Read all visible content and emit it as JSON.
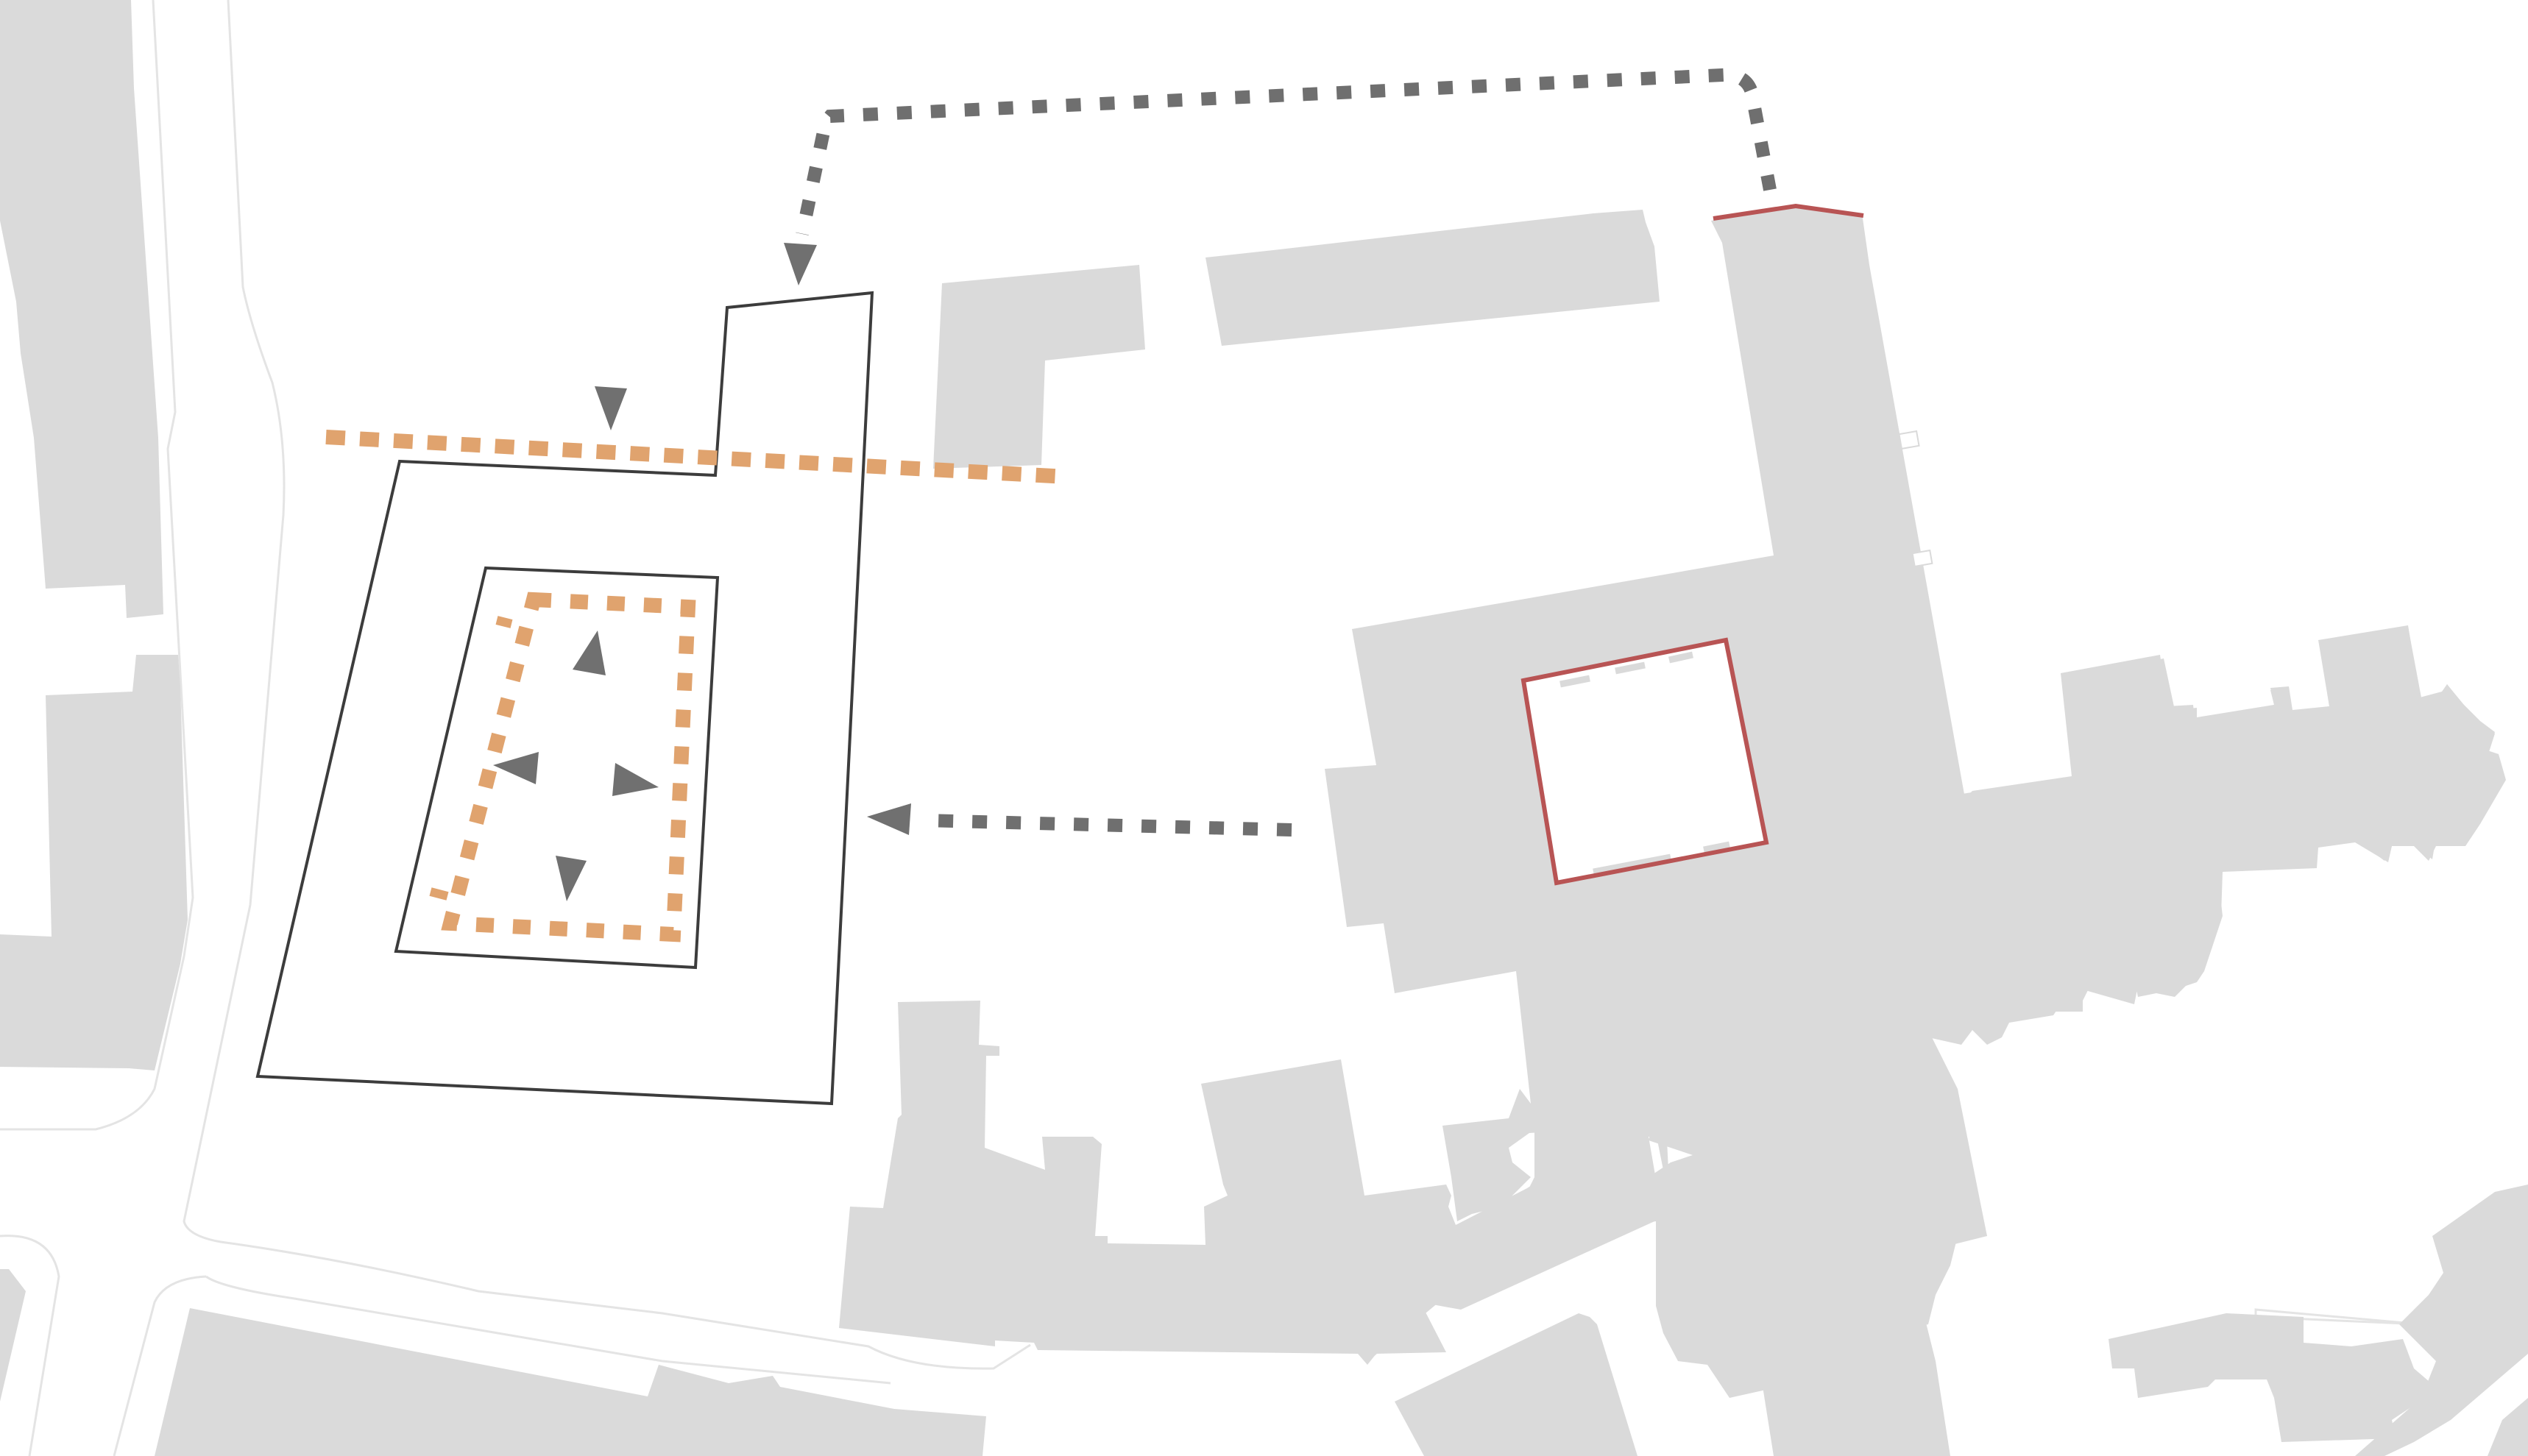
{
  "colors": {
    "background": "#ffffff",
    "building_fill": "#dadada",
    "road_outline": "#e4e4e4",
    "proposal_outline": "#3c3c3c",
    "orange_axis": "#e0a36e",
    "gray_route": "#6f6f6f",
    "red_highlight": "#b85454",
    "arrow_fill": "#707070"
  },
  "legend": {
    "buildings": "existing-buildings",
    "proposal": "proposed-building-outline",
    "orange": "visual-axis-orange-dashed",
    "gray": "circulation-route-gray-dashed",
    "red": "cloister-courtyard-highlight"
  }
}
